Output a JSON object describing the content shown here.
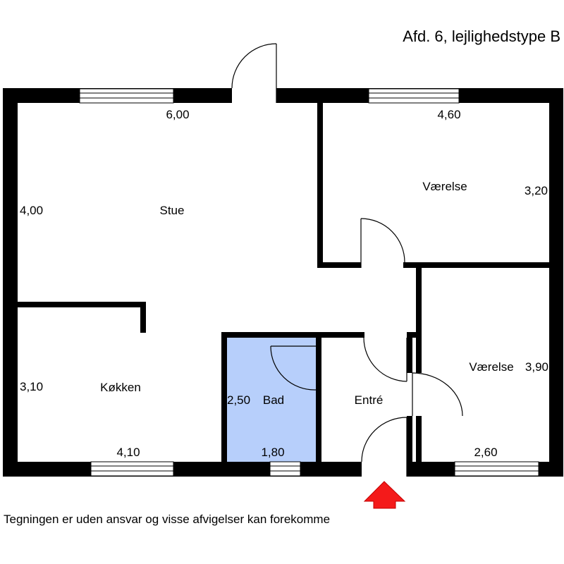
{
  "title": "Afd. 6, lejlighedstype B",
  "footer_note": "Tegningen er uden ansvar og visse afvigelser kan forekomme",
  "rooms": {
    "stue": "Stue",
    "vaerelse_1": "Værelse",
    "vaerelse_2": "Værelse",
    "kokken": "Køkken",
    "bad": "Bad",
    "entre": "Entré"
  },
  "dimensions": {
    "stue_width": "6,00",
    "stue_depth": "4,00",
    "vaerelse_1_width": "4,60",
    "vaerelse_1_depth": "3,20",
    "vaerelse_2_depth": "3,90",
    "vaerelse_2_width": "2,60",
    "kokken_depth": "3,10",
    "kokken_width": "4,10",
    "bad_depth": "2,50",
    "bad_width": "1,80"
  },
  "colors": {
    "bath_fill": "#b7cffb",
    "entrance_arrow": "#f41a1a"
  }
}
